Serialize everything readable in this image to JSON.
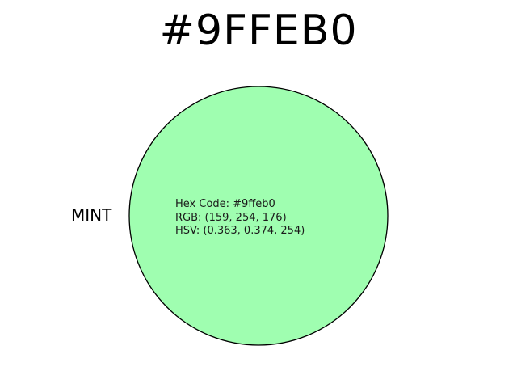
{
  "title": "#9FFEB0",
  "color_name": "MINT",
  "swatch": {
    "fill": "#9ffeb0",
    "stroke": "#000000"
  },
  "info": {
    "hex_line": "Hex Code: #9ffeb0",
    "rgb_line": "RGB: (159, 254, 176)",
    "hsv_line": "HSV: (0.363, 0.374, 254)"
  }
}
